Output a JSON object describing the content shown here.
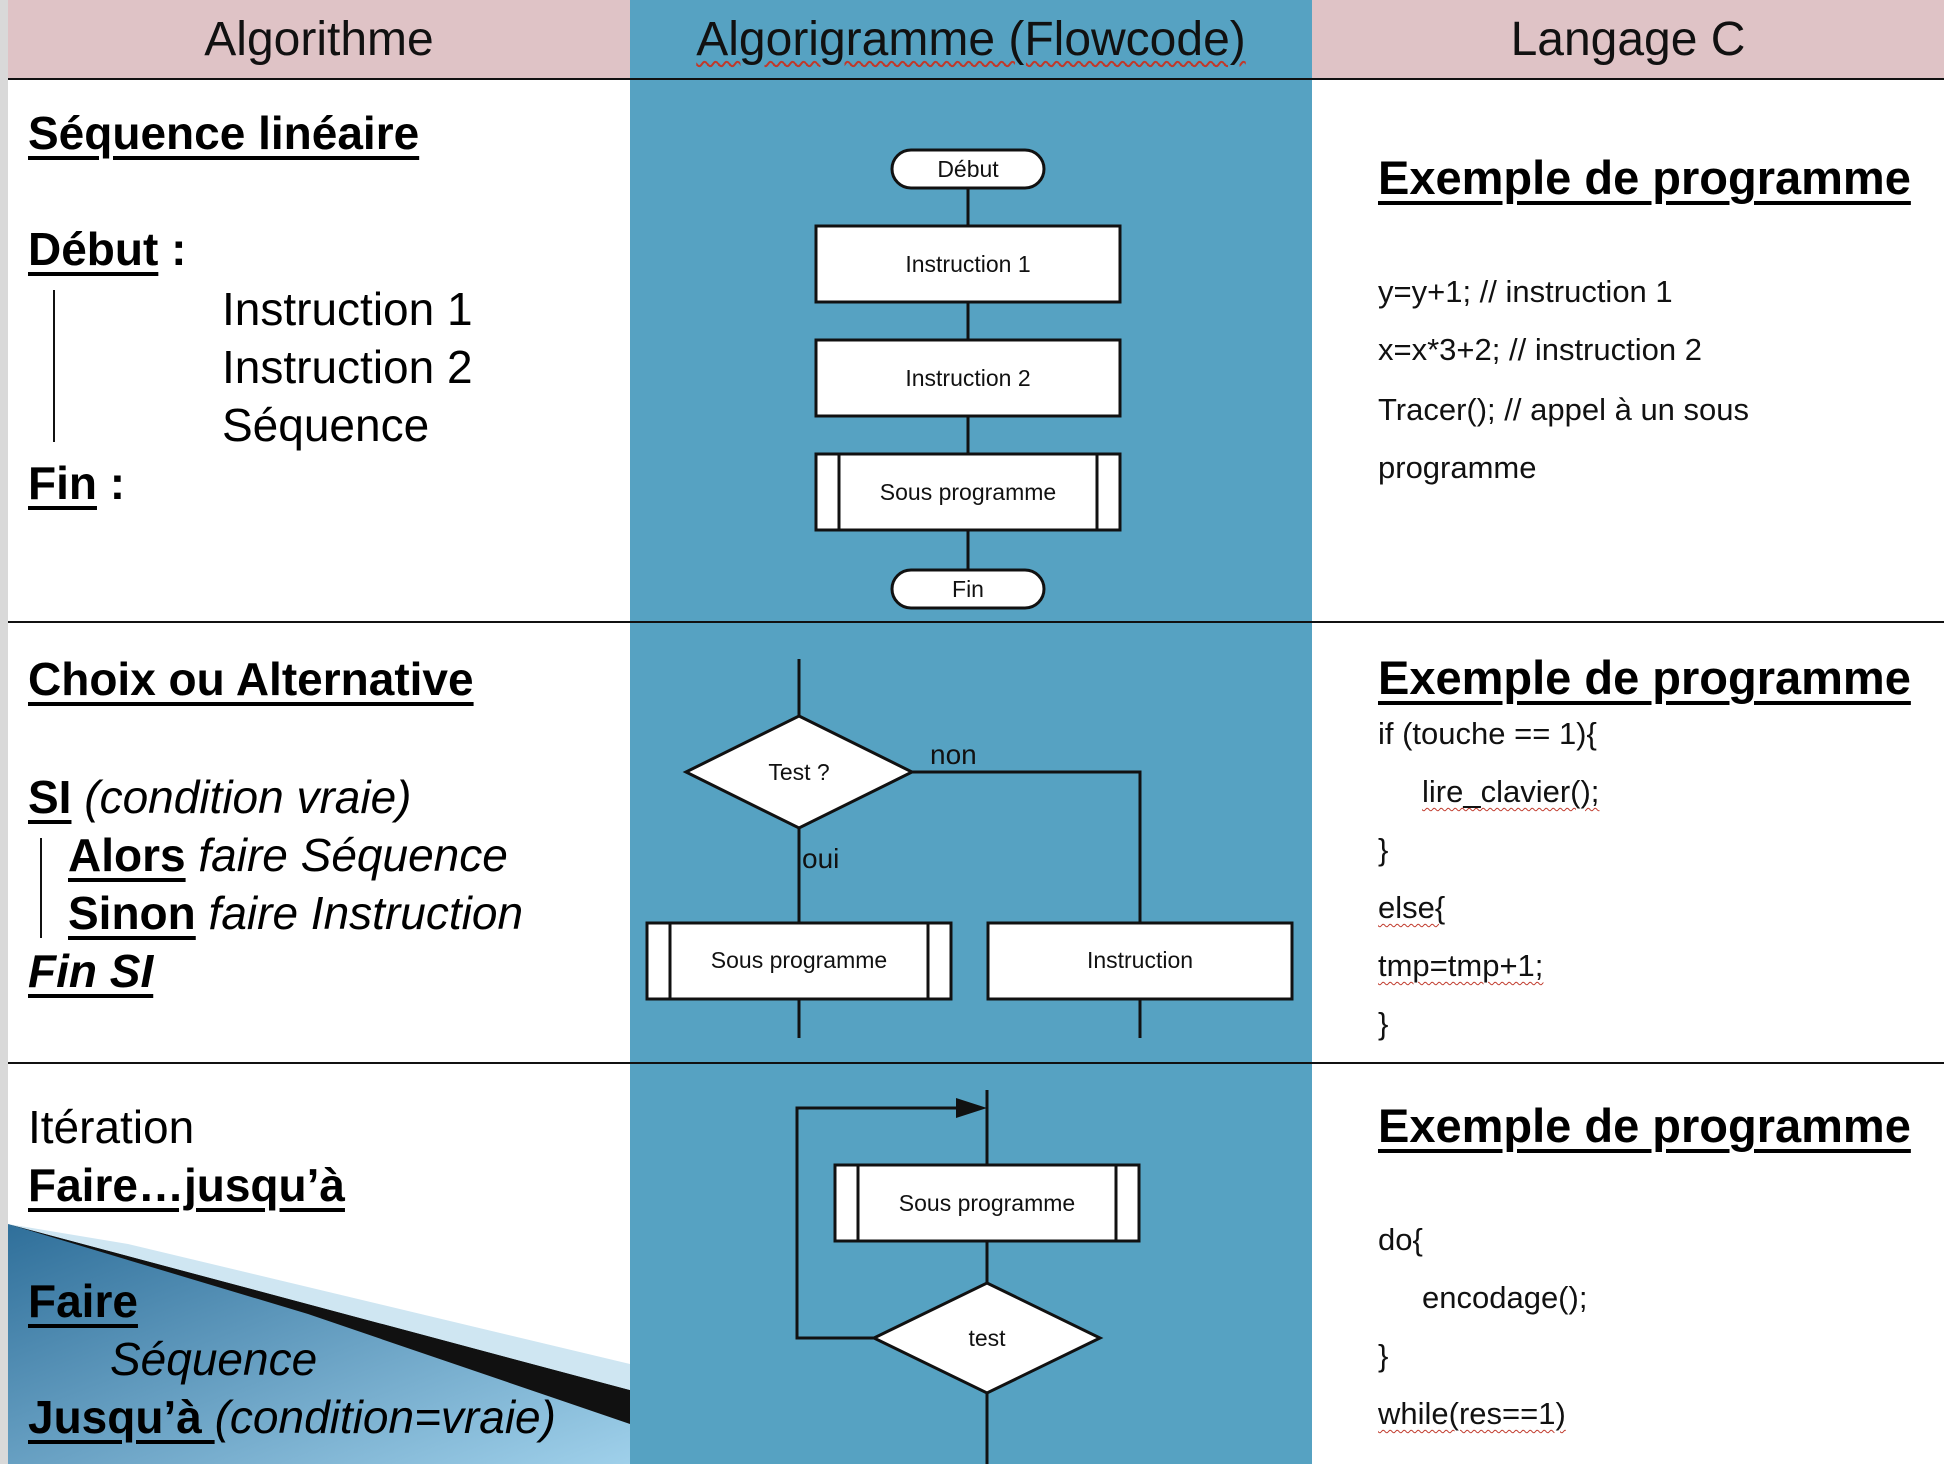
{
  "headers": {
    "algorithme": "Algorithme",
    "algorigramme": "Algorigramme (Flowcode)",
    "langage": "Langage C"
  },
  "sequence": {
    "title": "Séquence linéaire",
    "debut": "Début",
    "colon1": " :",
    "line1": "Instruction 1",
    "line2": "Instruction 2",
    "line3": "Séquence",
    "fin": "Fin",
    "colon2": " :",
    "flow": {
      "start": "Début",
      "instr1": "Instruction 1",
      "instr2": "Instruction 2",
      "sub": "Sous programme",
      "end": "Fin"
    },
    "example_title": "Exemple de programme",
    "code1": "y=y+1; // instruction 1",
    "code2": "x=x*3+2; // instruction 2",
    "code3": "Tracer(); // appel à un sous",
    "code4": "programme"
  },
  "choice": {
    "title": "Choix ou Alternative",
    "si": "SI",
    "si_rest": " (condition vraie)",
    "alors": "Alors",
    "alors_rest": " faire Séquence",
    "sinon": "Sinon",
    "sinon_rest": " faire Instruction",
    "finsi": "Fin SI",
    "flow": {
      "test": "Test ?",
      "non": "non",
      "oui": "oui",
      "sub": "Sous programme",
      "instr": "Instruction"
    },
    "example_title": "Exemple de programme",
    "code1": "if (touche == 1){",
    "code2": "lire_clavier();",
    "code3": "}",
    "code4": "else{",
    "code5": "tmp=tmp+1;",
    "code6": "}"
  },
  "iteration": {
    "title": "Itération",
    "subtitle": " Faire…jusqu’à",
    "faire": "Faire",
    "seq": "Séquence",
    "jusqua": "Jusqu’à ",
    "jusqua_rest": "(condition=vraie)",
    "flow": {
      "sub": "Sous programme",
      "test": "test"
    },
    "example_title": "Exemple de programme",
    "code1": "do{",
    "code2": "encodage();",
    "code3": "}",
    "code4": "while(res==1)"
  },
  "colors": {
    "header_pink": "#dfc3c6",
    "flow_blue": "#56a2c2"
  }
}
